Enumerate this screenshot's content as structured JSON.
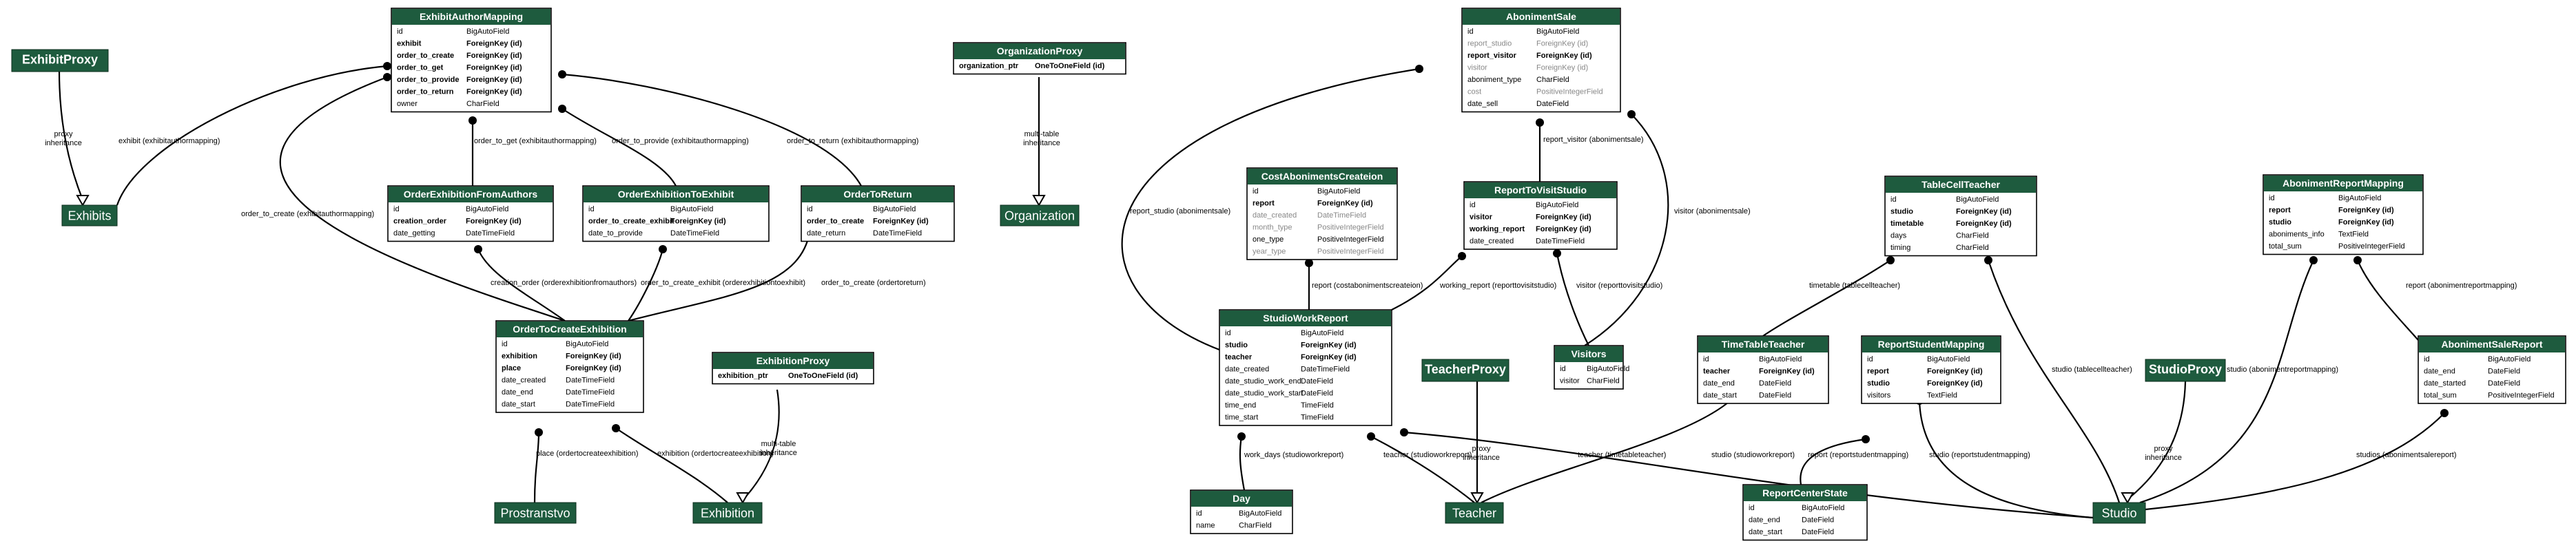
{
  "colors": {
    "node_header": "#1e5b3e",
    "node_border": "#000000",
    "edge": "#000000",
    "muted_text": "#888888"
  },
  "tables": [
    {
      "id": "ExhibitAuthorMapping",
      "title": "ExhibitAuthorMapping",
      "rows": [
        {
          "name": "id",
          "type": "BigAutoField",
          "style": "normal"
        },
        {
          "name": "exhibit",
          "type": "ForeignKey (id)",
          "style": "bold"
        },
        {
          "name": "order_to_create",
          "type": "ForeignKey (id)",
          "style": "bold"
        },
        {
          "name": "order_to_get",
          "type": "ForeignKey (id)",
          "style": "bold"
        },
        {
          "name": "order_to_provide",
          "type": "ForeignKey (id)",
          "style": "bold"
        },
        {
          "name": "order_to_return",
          "type": "ForeignKey (id)",
          "style": "bold"
        },
        {
          "name": "owner",
          "type": "CharField",
          "style": "normal"
        }
      ]
    },
    {
      "id": "OrganizationProxy",
      "title": "OrganizationProxy",
      "rows": [
        {
          "name": "organization_ptr",
          "type": "OneToOneField (id)",
          "style": "bold"
        }
      ]
    },
    {
      "id": "OrderExhibitionFromAuthors",
      "title": "OrderExhibitionFromAuthors",
      "rows": [
        {
          "name": "id",
          "type": "BigAutoField",
          "style": "normal"
        },
        {
          "name": "creation_order",
          "type": "ForeignKey (id)",
          "style": "bold"
        },
        {
          "name": "date_getting",
          "type": "DateTimeField",
          "style": "normal"
        }
      ]
    },
    {
      "id": "OrderExhibitionToExhibit",
      "title": "OrderExhibitionToExhibit",
      "rows": [
        {
          "name": "id",
          "type": "BigAutoField",
          "style": "normal"
        },
        {
          "name": "order_to_create_exhibit",
          "type": "ForeignKey (id)",
          "style": "bold"
        },
        {
          "name": "date_to_provide",
          "type": "DateTimeField",
          "style": "normal"
        }
      ]
    },
    {
      "id": "OrderToReturn",
      "title": "OrderToReturn",
      "rows": [
        {
          "name": "id",
          "type": "BigAutoField",
          "style": "normal"
        },
        {
          "name": "order_to_create",
          "type": "ForeignKey (id)",
          "style": "bold"
        },
        {
          "name": "date_return",
          "type": "DateTimeField",
          "style": "normal"
        }
      ]
    },
    {
      "id": "OrderToCreateExhibition",
      "title": "OrderToCreateExhibition",
      "rows": [
        {
          "name": "id",
          "type": "BigAutoField",
          "style": "normal"
        },
        {
          "name": "exhibition",
          "type": "ForeignKey (id)",
          "style": "bold"
        },
        {
          "name": "place",
          "type": "ForeignKey (id)",
          "style": "bold"
        },
        {
          "name": "date_created",
          "type": "DateTimeField",
          "style": "normal"
        },
        {
          "name": "date_end",
          "type": "DateTimeField",
          "style": "normal"
        },
        {
          "name": "date_start",
          "type": "DateTimeField",
          "style": "normal"
        }
      ]
    },
    {
      "id": "ExhibitionProxy",
      "title": "ExhibitionProxy",
      "rows": [
        {
          "name": "exhibition_ptr",
          "type": "OneToOneField (id)",
          "style": "bold"
        }
      ]
    },
    {
      "id": "AbonimentSale",
      "title": "AbonimentSale",
      "rows": [
        {
          "name": "id",
          "type": "BigAutoField",
          "style": "normal"
        },
        {
          "name": "report_studio",
          "type": "ForeignKey (id)",
          "style": "dim"
        },
        {
          "name": "report_visitor",
          "type": "ForeignKey (id)",
          "style": "bold"
        },
        {
          "name": "visitor",
          "type": "ForeignKey (id)",
          "style": "dim"
        },
        {
          "name": "aboniment_type",
          "type": "CharField",
          "style": "normal"
        },
        {
          "name": "cost",
          "type": "PositiveIntegerField",
          "style": "dim"
        },
        {
          "name": "date_sell",
          "type": "DateField",
          "style": "normal"
        }
      ]
    },
    {
      "id": "CostAbonimentsCreateion",
      "title": "CostAbonimentsCreateion",
      "rows": [
        {
          "name": "id",
          "type": "BigAutoField",
          "style": "normal"
        },
        {
          "name": "report",
          "type": "ForeignKey (id)",
          "style": "bold"
        },
        {
          "name": "date_created",
          "type": "DateTimeField",
          "style": "dim"
        },
        {
          "name": "month_type",
          "type": "PositiveIntegerField",
          "style": "dim"
        },
        {
          "name": "one_type",
          "type": "PositiveIntegerField",
          "style": "normal"
        },
        {
          "name": "year_type",
          "type": "PositiveIntegerField",
          "style": "dim"
        }
      ]
    },
    {
      "id": "ReportToVisitStudio",
      "title": "ReportToVisitStudio",
      "rows": [
        {
          "name": "id",
          "type": "BigAutoField",
          "style": "normal"
        },
        {
          "name": "visitor",
          "type": "ForeignKey (id)",
          "style": "bold"
        },
        {
          "name": "working_report",
          "type": "ForeignKey (id)",
          "style": "bold"
        },
        {
          "name": "date_created",
          "type": "DateTimeField",
          "style": "normal"
        }
      ]
    },
    {
      "id": "TableCellTeacher",
      "title": "TableCellTeacher",
      "rows": [
        {
          "name": "id",
          "type": "BigAutoField",
          "style": "normal"
        },
        {
          "name": "studio",
          "type": "ForeignKey (id)",
          "style": "bold"
        },
        {
          "name": "timetable",
          "type": "ForeignKey (id)",
          "style": "bold"
        },
        {
          "name": "days",
          "type": "CharField",
          "style": "normal"
        },
        {
          "name": "timing",
          "type": "CharField",
          "style": "normal"
        }
      ]
    },
    {
      "id": "AbonimentReportMapping",
      "title": "AbonimentReportMapping",
      "rows": [
        {
          "name": "id",
          "type": "BigAutoField",
          "style": "normal"
        },
        {
          "name": "report",
          "type": "ForeignKey (id)",
          "style": "bold"
        },
        {
          "name": "studio",
          "type": "ForeignKey (id)",
          "style": "bold"
        },
        {
          "name": "aboniments_info",
          "type": "TextField",
          "style": "normal"
        },
        {
          "name": "total_sum",
          "type": "PositiveIntegerField",
          "style": "normal"
        }
      ]
    },
    {
      "id": "StudioWorkReport",
      "title": "StudioWorkReport",
      "rows": [
        {
          "name": "id",
          "type": "BigAutoField",
          "style": "normal"
        },
        {
          "name": "studio",
          "type": "ForeignKey (id)",
          "style": "bold"
        },
        {
          "name": "teacher",
          "type": "ForeignKey (id)",
          "style": "bold"
        },
        {
          "name": "date_created",
          "type": "DateTimeField",
          "style": "normal"
        },
        {
          "name": "date_studio_work_end",
          "type": "DateField",
          "style": "normal"
        },
        {
          "name": "date_studio_work_start",
          "type": "DateField",
          "style": "normal"
        },
        {
          "name": "time_end",
          "type": "TimeField",
          "style": "normal"
        },
        {
          "name": "time_start",
          "type": "TimeField",
          "style": "normal"
        }
      ]
    },
    {
      "id": "Visitors",
      "title": "Visitors",
      "rows": [
        {
          "name": "id",
          "type": "BigAutoField",
          "style": "normal"
        },
        {
          "name": "visitor",
          "type": "CharField",
          "style": "normal"
        }
      ]
    },
    {
      "id": "TimeTableTeacher",
      "title": "TimeTableTeacher",
      "rows": [
        {
          "name": "id",
          "type": "BigAutoField",
          "style": "normal"
        },
        {
          "name": "teacher",
          "type": "ForeignKey (id)",
          "style": "bold"
        },
        {
          "name": "date_end",
          "type": "DateField",
          "style": "normal"
        },
        {
          "name": "date_start",
          "type": "DateField",
          "style": "normal"
        }
      ]
    },
    {
      "id": "ReportStudentMapping",
      "title": "ReportStudentMapping",
      "rows": [
        {
          "name": "id",
          "type": "BigAutoField",
          "style": "normal"
        },
        {
          "name": "report",
          "type": "ForeignKey (id)",
          "style": "bold"
        },
        {
          "name": "studio",
          "type": "ForeignKey (id)",
          "style": "bold"
        },
        {
          "name": "visitors",
          "type": "TextField",
          "style": "normal"
        }
      ]
    },
    {
      "id": "AbonimentSaleReport",
      "title": "AbonimentSaleReport",
      "rows": [
        {
          "name": "id",
          "type": "BigAutoField",
          "style": "normal"
        },
        {
          "name": "date_end",
          "type": "DateField",
          "style": "normal"
        },
        {
          "name": "date_started",
          "type": "DateField",
          "style": "normal"
        },
        {
          "name": "total_sum",
          "type": "PositiveIntegerField",
          "style": "normal"
        }
      ]
    },
    {
      "id": "Day",
      "title": "Day",
      "rows": [
        {
          "name": "id",
          "type": "BigAutoField",
          "style": "normal"
        },
        {
          "name": "name",
          "type": "CharField",
          "style": "normal"
        }
      ]
    },
    {
      "id": "ReportCenterState",
      "title": "ReportCenterState",
      "rows": [
        {
          "name": "id",
          "type": "BigAutoField",
          "style": "normal"
        },
        {
          "name": "date_end",
          "type": "DateField",
          "style": "normal"
        },
        {
          "name": "date_start",
          "type": "DateField",
          "style": "normal"
        }
      ]
    }
  ],
  "simple_nodes": [
    {
      "id": "ExhibitProxy",
      "label": "ExhibitProxy",
      "kind": "proxy"
    },
    {
      "id": "Exhibits",
      "label": "Exhibits",
      "kind": "external"
    },
    {
      "id": "Organization",
      "label": "Organization",
      "kind": "external"
    },
    {
      "id": "TeacherProxy",
      "label": "TeacherProxy",
      "kind": "proxy"
    },
    {
      "id": "StudioProxy",
      "label": "StudioProxy",
      "kind": "proxy"
    },
    {
      "id": "Prostranstvo",
      "label": "Prostranstvo",
      "kind": "external"
    },
    {
      "id": "Exhibition",
      "label": "Exhibition",
      "kind": "external"
    },
    {
      "id": "Teacher",
      "label": "Teacher",
      "kind": "external"
    },
    {
      "id": "Studio",
      "label": "Studio",
      "kind": "external"
    }
  ],
  "edges": [
    {
      "id": "e1",
      "label": "exhibit (exhibitauthormapping)",
      "kind": "fk"
    },
    {
      "id": "e2",
      "label": "order_to_create (exhibitauthormapping)",
      "kind": "fk"
    },
    {
      "id": "e3",
      "label": "order_to_get (exhibitauthormapping)",
      "kind": "fk"
    },
    {
      "id": "e4",
      "label": "order_to_provide (exhibitauthormapping)",
      "kind": "fk"
    },
    {
      "id": "e5",
      "label": "order_to_return (exhibitauthormapping)",
      "kind": "fk"
    },
    {
      "id": "e6",
      "label": "creation_order (orderexhibitionfromauthors)",
      "kind": "fk"
    },
    {
      "id": "e7",
      "label": "order_to_create_exhibit (orderexhibitiontoexhibit)",
      "kind": "fk"
    },
    {
      "id": "e8",
      "label": "order_to_create (ordertoreturn)",
      "kind": "fk"
    },
    {
      "id": "e9",
      "label": "place (ordertocreateexhibition)",
      "kind": "fk"
    },
    {
      "id": "e10",
      "label": "exhibition (ordertocreateexhibition)",
      "kind": "fk"
    },
    {
      "id": "e11",
      "label": "proxy\ninheritance",
      "kind": "inherit"
    },
    {
      "id": "e12",
      "label": "multi-table\ninheritance",
      "kind": "inherit"
    },
    {
      "id": "e13",
      "label": "multi-table\ninheritance",
      "kind": "inherit"
    },
    {
      "id": "e14",
      "label": "report_studio (abonimentsale)",
      "kind": "fk"
    },
    {
      "id": "e15",
      "label": "report_visitor (abonimentsale)",
      "kind": "fk"
    },
    {
      "id": "e16",
      "label": "visitor (abonimentsale)",
      "kind": "fk"
    },
    {
      "id": "e17",
      "label": "report (costabonimentscreateion)",
      "kind": "fk"
    },
    {
      "id": "e18",
      "label": "working_report (reporttovisitstudio)",
      "kind": "fk"
    },
    {
      "id": "e19",
      "label": "visitor (reporttovisitstudio)",
      "kind": "fk"
    },
    {
      "id": "e20",
      "label": "work_days (studioworkreport)",
      "kind": "fk"
    },
    {
      "id": "e21",
      "label": "teacher (studioworkreport)",
      "kind": "fk"
    },
    {
      "id": "e22",
      "label": "studio (studioworkreport)",
      "kind": "fk"
    },
    {
      "id": "e23",
      "label": "timetable (tablecellteacher)",
      "kind": "fk"
    },
    {
      "id": "e24",
      "label": "studio (tablecellteacher)",
      "kind": "fk"
    },
    {
      "id": "e25",
      "label": "teacher (timetableteacher)",
      "kind": "fk"
    },
    {
      "id": "e26",
      "label": "report (reportstudentmapping)",
      "kind": "fk"
    },
    {
      "id": "e27",
      "label": "studio (reportstudentmapping)",
      "kind": "fk"
    },
    {
      "id": "e28",
      "label": "studio (abonimentreportmapping)",
      "kind": "fk"
    },
    {
      "id": "e29",
      "label": "report (abonimentreportmapping)",
      "kind": "fk"
    },
    {
      "id": "e30",
      "label": "studios (abonimentsalereport)",
      "kind": "fk"
    },
    {
      "id": "e31",
      "label": "proxy\ninheritance",
      "kind": "inherit"
    },
    {
      "id": "e32",
      "label": "proxy\ninheritance",
      "kind": "inherit"
    }
  ]
}
